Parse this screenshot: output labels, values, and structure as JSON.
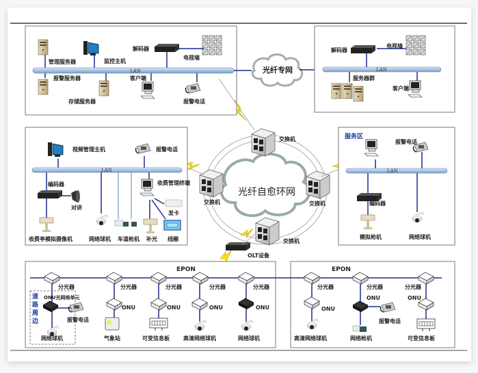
{
  "diagram": {
    "top_left": {
      "devices": {
        "mgmt_server": "管理服务器",
        "monitor_host": "监控主机",
        "decoder": "解码器",
        "tv_wall": "电视墙",
        "alarm_server": "报警服务器",
        "storage_server": "存储服务器",
        "client": "客户端",
        "alarm_phone": "报警电话"
      },
      "lan": "LAN"
    },
    "fiber_private_net": "光纤专网",
    "top_right": {
      "devices": {
        "decoder": "解码器",
        "tv_wall": "电视墙",
        "server_group": "服务器群",
        "client": "客户端"
      },
      "lan": "LAN"
    },
    "middle_left": {
      "devices": {
        "video_mgmt_host": "视频管理主机",
        "alarm_phone": "报警电话",
        "encoder": "编码器",
        "intercom": "对讲",
        "toll_terminal": "收费管理终端",
        "card_issuer": "发卡",
        "booth_camera": "收费亭模拟摄像机",
        "dome_camera": "网络球机",
        "lane_camera": "车道枪机",
        "fill_light": "补光",
        "loop_coil": "线圈"
      },
      "lan": "LAN"
    },
    "ring": {
      "title": "光纤自愈环网",
      "switch": "交换机",
      "olt": "OLT设备"
    },
    "service_area": {
      "title": "服务区",
      "devices": {
        "alarm_phone": "报警电话",
        "encoder": "编码器",
        "analog_camera": "模拟枪机",
        "dome_camera": "网络球机"
      },
      "lan": "LAN"
    },
    "epon_left": {
      "title": "EPON",
      "splitter": "分光器",
      "onu": "ONU",
      "road_zone": "道路周边",
      "onu_unit": "ONU光网络单元",
      "items": {
        "alarm_phone": "报警电话",
        "dome_camera": "网络球机",
        "weather_station": "气象站",
        "vms_board": "可变信息板",
        "hd_dome_camera": "高清网络球机",
        "dome_camera_2": "网络球机"
      }
    },
    "epon_right": {
      "title": "EPON",
      "splitter": "分光器",
      "onu": "ONU",
      "items": {
        "hd_dome_camera": "高清网络球机",
        "network_gun_camera": "网络枪机",
        "alarm_phone": "报警电话",
        "vms_board": "可变信息板"
      }
    }
  }
}
